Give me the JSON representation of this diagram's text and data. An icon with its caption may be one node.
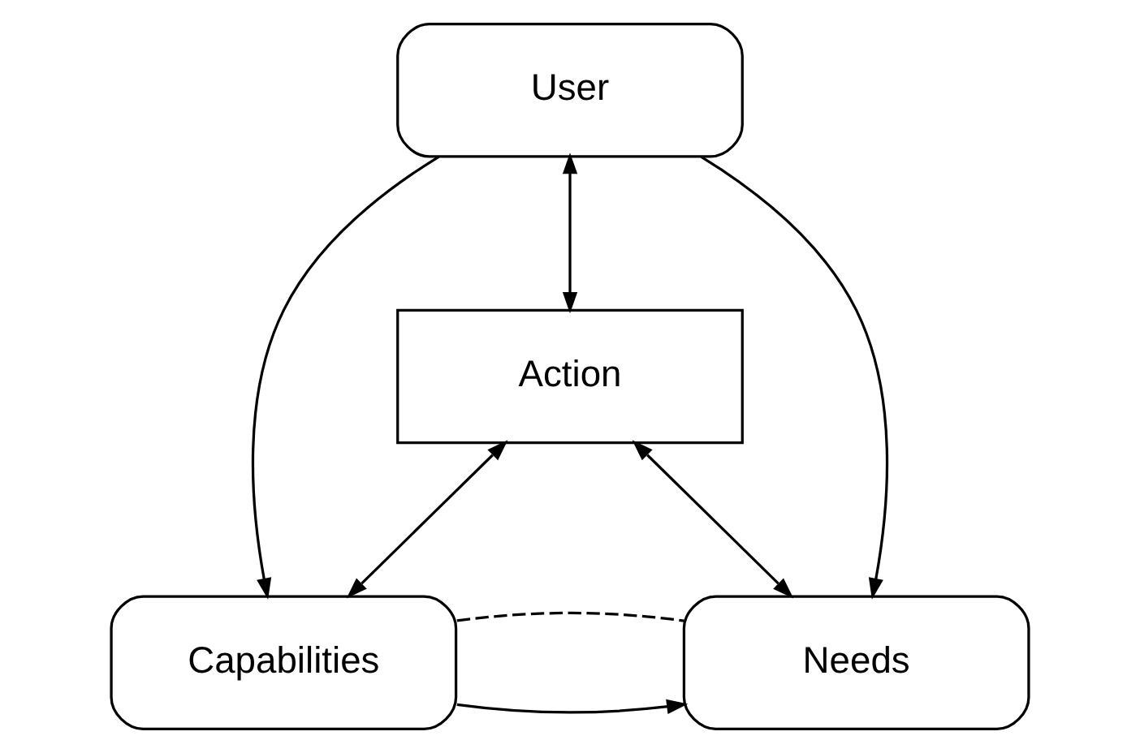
{
  "diagram": {
    "nodes": [
      {
        "text": [
          "User"
        ]
      },
      {
        "text": [
          "Action"
        ]
      },
      {
        "text": [
          "Capabilities"
        ]
      },
      {
        "text": [
          "Needs"
        ]
      }
    ],
    "edges": [
      {
        "from": 0,
        "to": 2,
        "arrow": "to"
      },
      {
        "from": 0,
        "to": 1,
        "arrow": "both"
      },
      {
        "from": 0,
        "to": 3,
        "arrow": "to"
      },
      {
        "from": 1,
        "to": 2,
        "arrow": "both"
      },
      {
        "from": 1,
        "to": 3,
        "arrow": "both"
      },
      {
        "from": 2,
        "to": 3,
        "arrow": "to"
      },
      {
        "from": 2,
        "to": 3,
        "arrow": "none",
        "style": "dashed"
      }
    ]
  }
}
